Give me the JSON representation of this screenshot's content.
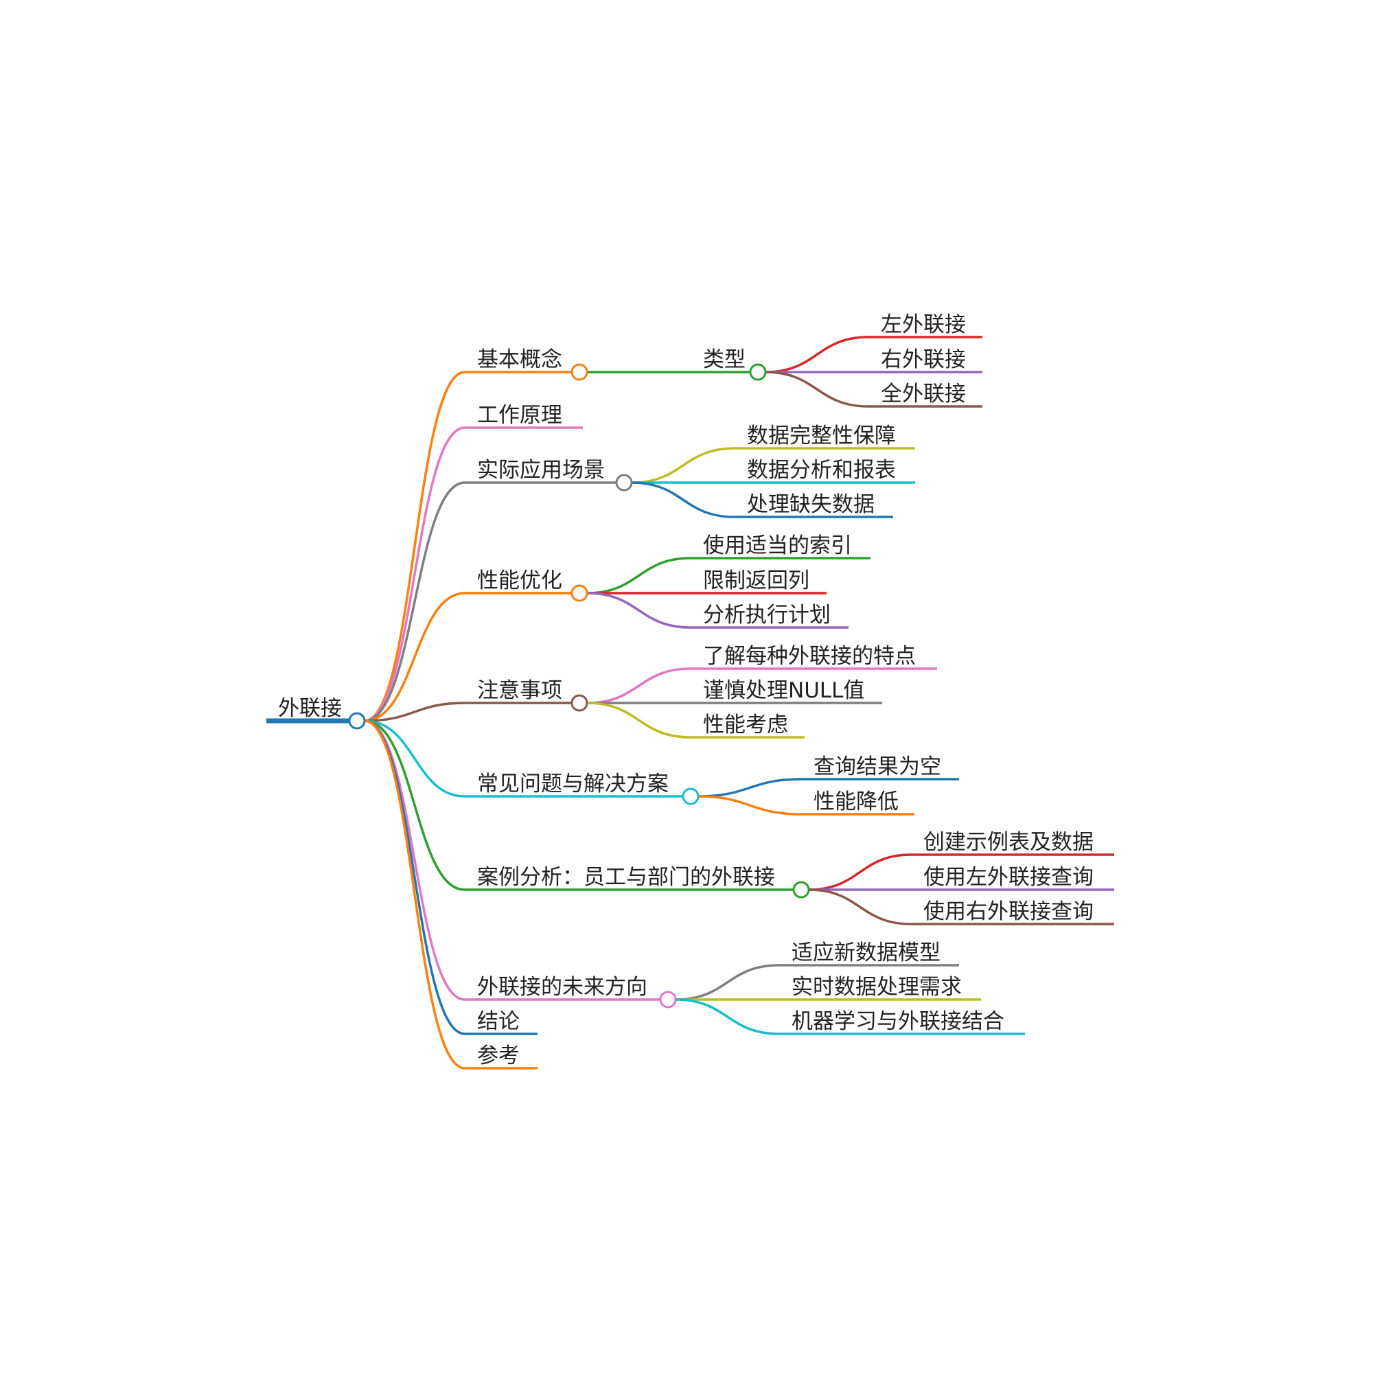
{
  "mindmap": {
    "label": "外联接",
    "color": "#1f77b4",
    "children": [
      {
        "label": "基本概念",
        "color": "#ff7f0e",
        "children": [
          {
            "label": "类型",
            "color": "#2ca02c",
            "children": [
              {
                "label": "左外联接",
                "color": "#d62728"
              },
              {
                "label": "右外联接",
                "color": "#9467bd"
              },
              {
                "label": "全外联接",
                "color": "#8c564b"
              }
            ]
          }
        ]
      },
      {
        "label": "工作原理",
        "color": "#e377c2"
      },
      {
        "label": "实际应用场景",
        "color": "#7f7f7f",
        "children": [
          {
            "label": "数据完整性保障",
            "color": "#bcbd22"
          },
          {
            "label": "数据分析和报表",
            "color": "#17becf"
          },
          {
            "label": "处理缺失数据",
            "color": "#1f77b4"
          }
        ]
      },
      {
        "label": "性能优化",
        "color": "#ff7f0e",
        "children": [
          {
            "label": "使用适当的索引",
            "color": "#2ca02c"
          },
          {
            "label": "限制返回列",
            "color": "#d62728"
          },
          {
            "label": "分析执行计划",
            "color": "#9467bd"
          }
        ]
      },
      {
        "label": "注意事项",
        "color": "#8c564b",
        "children": [
          {
            "label": "了解每种外联接的特点",
            "color": "#e377c2"
          },
          {
            "label": "谨慎处理NULL值",
            "color": "#7f7f7f"
          },
          {
            "label": "性能考虑",
            "color": "#bcbd22"
          }
        ]
      },
      {
        "label": "常见问题与解决方案",
        "color": "#17becf",
        "children": [
          {
            "label": "查询结果为空",
            "color": "#1f77b4"
          },
          {
            "label": "性能降低",
            "color": "#ff7f0e"
          }
        ]
      },
      {
        "label": "案例分析：员工与部门的外联接",
        "color": "#2ca02c",
        "children": [
          {
            "label": "创建示例表及数据",
            "color": "#d62728"
          },
          {
            "label": "使用左外联接查询",
            "color": "#9467bd"
          },
          {
            "label": "使用右外联接查询",
            "color": "#8c564b"
          }
        ]
      },
      {
        "label": "外联接的未来方向",
        "color": "#e377c2",
        "children": [
          {
            "label": "适应新数据模型",
            "color": "#7f7f7f"
          },
          {
            "label": "实时数据处理需求",
            "color": "#bcbd22"
          },
          {
            "label": "机器学习与外联接结合",
            "color": "#17becf"
          }
        ]
      },
      {
        "label": "结论",
        "color": "#1f77b4"
      },
      {
        "label": "参考",
        "color": "#ff7f0e"
      }
    ]
  }
}
